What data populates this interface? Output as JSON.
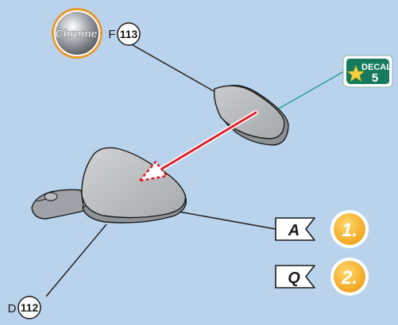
{
  "background_color": "#b9d3ec",
  "paint_badge": {
    "label": "Chrome",
    "icon": "chrome-paint-badge-icon",
    "ring_color": "#e89a2e"
  },
  "parts": {
    "upper": {
      "letter": "F",
      "number": "113"
    },
    "lower": {
      "letter": "D",
      "number": "112"
    }
  },
  "decal": {
    "label": "DECAL",
    "number": "5",
    "color": "#167a5c",
    "icon": "star-icon"
  },
  "steps": [
    {
      "flag": "A",
      "number": "1."
    },
    {
      "flag": "Q",
      "number": "2."
    }
  ],
  "arrow_color": "#e0202a"
}
